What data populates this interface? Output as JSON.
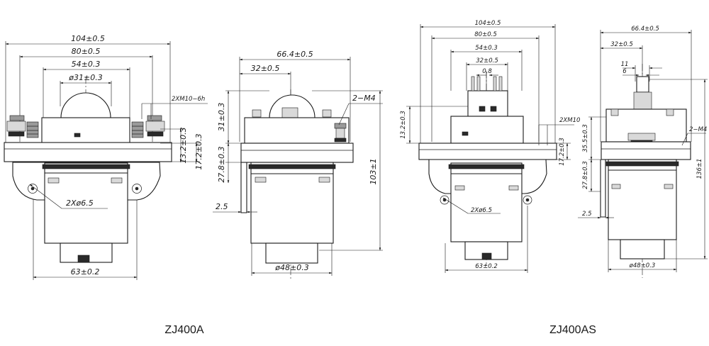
{
  "models": {
    "left": "ZJ400A",
    "right": "ZJ400AS"
  },
  "zj400a_front": {
    "w104": "104±0.5",
    "w80": "80±0.5",
    "w54": "54±0.3",
    "d31": "ø31±0.3",
    "thread": "2XM10−6h",
    "h13": "13.2±0.3",
    "h17": "17.2±0.3",
    "holes": "2Xø6.5",
    "w63": "63±0.2"
  },
  "zj400a_side": {
    "w66": "66.4±0.5",
    "w32": "32±0.5",
    "m4": "2−M4",
    "h31": "31±0.3",
    "h27": "27.8±0.3",
    "h103": "103±1",
    "t25": "2.5",
    "d48": "ø48±0.3"
  },
  "zj400as_front": {
    "w104": "104±0.5",
    "w80": "80±0.5",
    "w54": "54±0.3",
    "w32": "32±0.5",
    "w08": "0.8",
    "h13": "13.2±0.3",
    "thread": "2XM10",
    "h17": "17.2±0.3",
    "holes": "2Xø6.5",
    "w63": "63±0.2"
  },
  "zj400as_side": {
    "w66": "66.4±0.5",
    "w32": "32±0.5",
    "w11": "11",
    "w6": "6",
    "m4": "2−M4",
    "h35": "35.5±0.3",
    "h27": "27.8±0.3",
    "h136": "136±1",
    "t25": "2.5",
    "d48": "ø48±0.3"
  }
}
